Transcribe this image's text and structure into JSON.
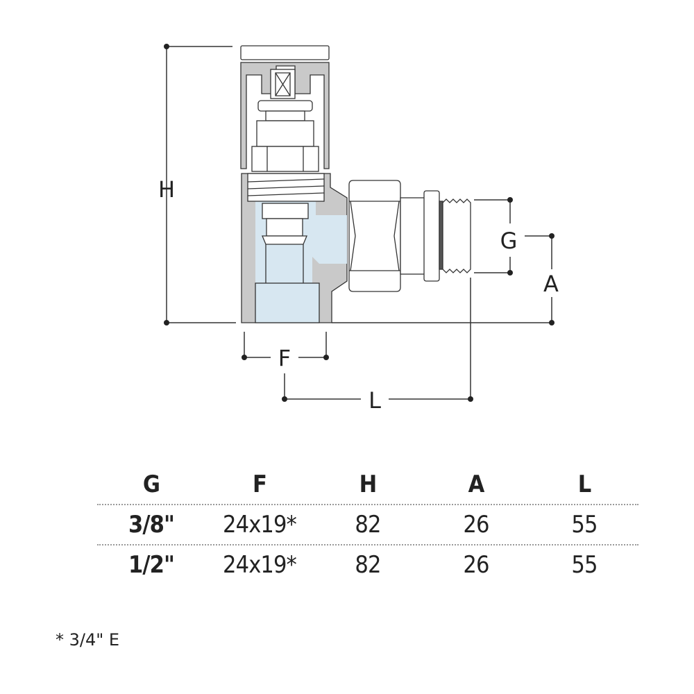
{
  "drawing": {
    "labels": {
      "H": "H",
      "G": "G",
      "A": "A",
      "F": "F",
      "L": "L"
    },
    "colors": {
      "body": "#c9c9c9",
      "water": "#d7e7f1",
      "line": "#333333"
    }
  },
  "table": {
    "headers": [
      "G",
      "F",
      "H",
      "A",
      "L"
    ],
    "rows": [
      [
        "3/8\"",
        "24x19*",
        "82",
        "26",
        "55"
      ],
      [
        "1/2\"",
        "24x19*",
        "82",
        "26",
        "55"
      ]
    ]
  },
  "footnote": "* 3/4\" E"
}
